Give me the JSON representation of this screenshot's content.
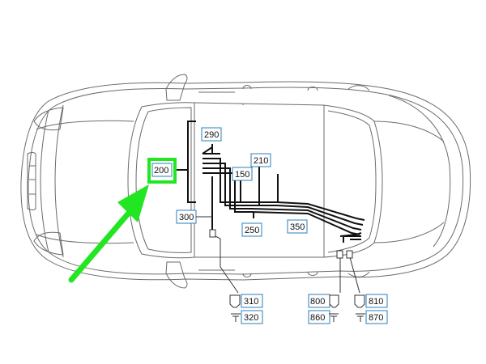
{
  "colors": {
    "outline": "#6b6b6b",
    "harness": "#111111",
    "label_border": "#2a7fb8",
    "highlight": "#22e622"
  },
  "labels": {
    "c200": "200",
    "c290": "290",
    "c210": "210",
    "c150": "150",
    "c300": "300",
    "c250": "250",
    "c350": "350",
    "c310": "310",
    "c320": "320",
    "c800": "800",
    "c810": "810",
    "c860": "860",
    "c870": "870"
  },
  "icons": {
    "arrow": "arrow-icon",
    "connector": "connector-icon",
    "ground": "ground-icon"
  }
}
